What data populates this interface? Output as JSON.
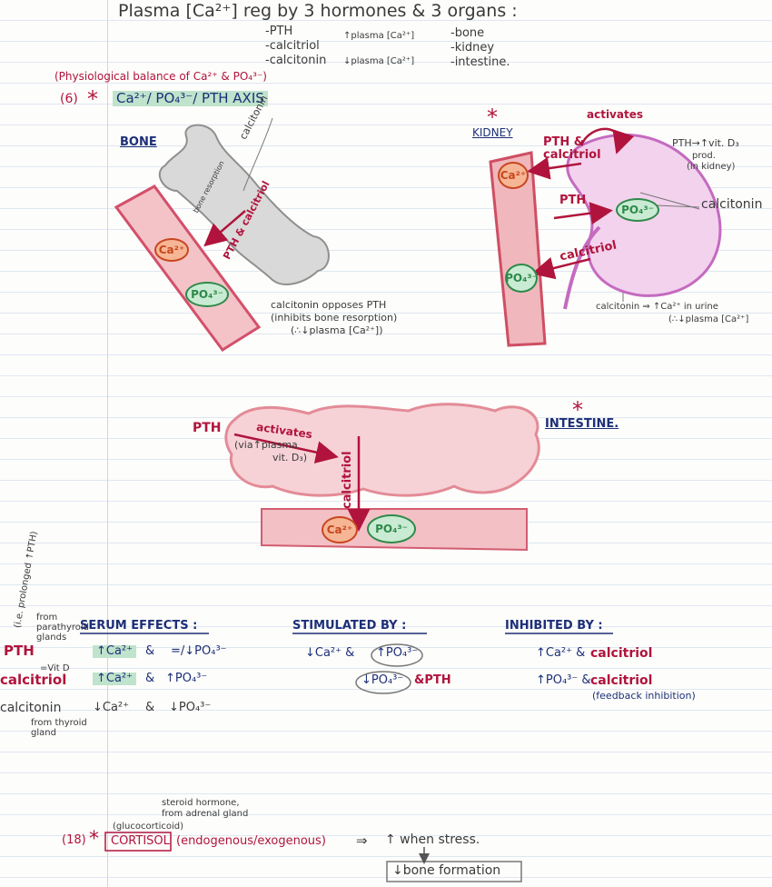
{
  "header": {
    "title": "Plasma [Ca²⁺] reg by 3 hormones  &  3 organs :",
    "hormones": [
      "-PTH",
      "-calcitriol",
      "-calcitonin"
    ],
    "hormones_up_note": "↑plasma [Ca²⁺]",
    "hormones_down_note": "↓plasma [Ca²⁺]",
    "organs": [
      "-bone",
      "-kidney",
      "-intestine."
    ]
  },
  "section6": {
    "subtitle": "(Physiological balance of Ca²⁺ & PO₄³⁻)",
    "number": "(6)",
    "star": "*",
    "title": "Ca²⁺/ PO₄³⁻/ PTH AXIS"
  },
  "bone": {
    "heading": "BONE",
    "calcitonin_label": "calcitonin",
    "resorption_label": "bone resorption",
    "arrow_label": "PTH & calcitriol",
    "ca": "Ca²⁺",
    "po": "PO₄³⁻",
    "note_line1": "calcitonin opposes PTH",
    "note_line2": "(inhibits bone resorption)",
    "note_line3": "(∴↓plasma [Ca²⁺])"
  },
  "kidney": {
    "star": "*",
    "heading": "KIDNEY",
    "activates": "activates",
    "pth_calcitriol": "PTH & calcitriol",
    "pth": "PTH",
    "calcitriol": "calcitriol",
    "ca": "Ca²⁺",
    "po": "PO₄³⁻",
    "po2": "PO₄³⁻",
    "side_note_line1": "PTH→↑vit. D₃",
    "side_note_line2": "prod.",
    "side_note_line3": "(in kidney)",
    "calcitonin": "calcitonin",
    "bottom_note_line1": "calcitonin ⇒ ↑Ca²⁺ in urine",
    "bottom_note_line2": "(∴↓plasma [Ca²⁺]"
  },
  "intestine": {
    "star": "*",
    "heading": "INTESTINE.",
    "pth": "PTH",
    "activates": "activates",
    "via_line1": "(via↑plasma",
    "via_line2": "vit. D₃)",
    "calcitriol": "calcitriol",
    "ca": "Ca²⁺",
    "po": "PO₄³⁻"
  },
  "effects": {
    "side_note_top": "(i.e. prolonged ↑PTH)",
    "from_parathyroid": "from parathyroid glands",
    "vitd": "=Vit D",
    "from_thyroid": "from thyroid gland",
    "serum_header": "SERUM EFFECTS :",
    "stimulated_header": "STIMULATED BY :",
    "inhibited_header": "INHIBITED BY :",
    "rows": [
      {
        "hormone": "PTH",
        "serum_a": "↑Ca²⁺",
        "serum_amp": "&",
        "serum_b": "=/↓PO₄³⁻"
      },
      {
        "hormone": "calcitriol",
        "serum_a": "↑Ca²⁺",
        "serum_amp": "&",
        "serum_b": "↑PO₄³⁻"
      },
      {
        "hormone": "calcitonin",
        "serum_a": "↓Ca²⁺",
        "serum_amp": "&",
        "serum_b": "↓PO₄³⁻"
      }
    ],
    "stim_row1_a": "↓Ca²⁺ &",
    "stim_row1_b": "↑PO₄³⁻",
    "stim_row2_a": "↓PO₄³⁻",
    "stim_row2_b": "&PTH",
    "inhib_row1_a": "↑Ca²⁺ &",
    "inhib_row1_b": "calcitriol",
    "inhib_row2_a": "↑PO₄³⁻ &",
    "inhib_row2_b": "calcitriol",
    "inhib_row2_note": "(feedback inhibition)"
  },
  "section18": {
    "steroid_note_line1": "steroid hormone,",
    "steroid_note_line2": "from adrenal gland",
    "glucocorticoid": "(glucocorticoid)",
    "number": "(18)",
    "star": "*",
    "cortisol": "CORTISOL",
    "origin": "(endogenous/exogenous)",
    "arrow": "⇒",
    "stress": "↑ when stress.",
    "bone_formation": "↓bone formation"
  },
  "colors": {
    "ink_red": "#b0143c",
    "ink_navy": "#1d2f78",
    "ca_orange": "#c8461e",
    "po_green": "#2e8a4a",
    "vessel_pink": "#e48e98",
    "kidney_pink": "#e8a9e0",
    "bone_gray": "#c9c9c9"
  }
}
